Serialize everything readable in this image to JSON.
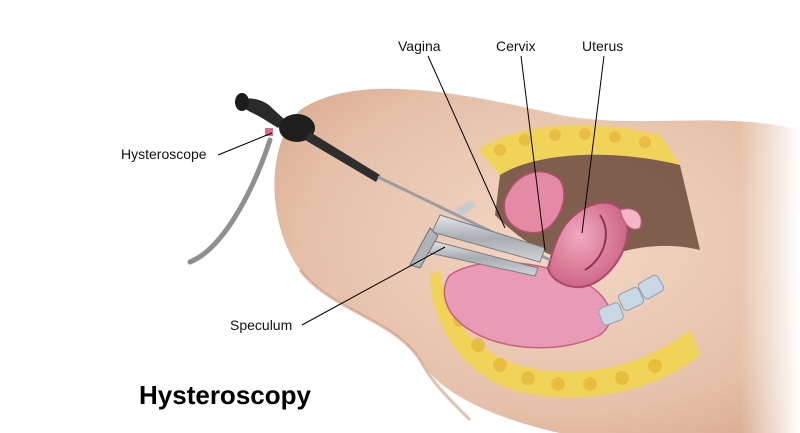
{
  "title": "Hysteroscopy",
  "labels": {
    "vagina": "Vagina",
    "cervix": "Cervix",
    "uterus": "Uterus",
    "hysteroscope": "Hysteroscope",
    "speculum": "Speculum"
  },
  "colors": {
    "skin": "#e9c8b3",
    "skin_shadow": "#c99a80",
    "fat": "#f2d35a",
    "tissue_pink": "#e89ab6",
    "uterus_pink": "#d9708f",
    "instrument_dark": "#2a2a2a",
    "instrument_metal": "#b9bcc0",
    "leader_line": "#000000"
  }
}
